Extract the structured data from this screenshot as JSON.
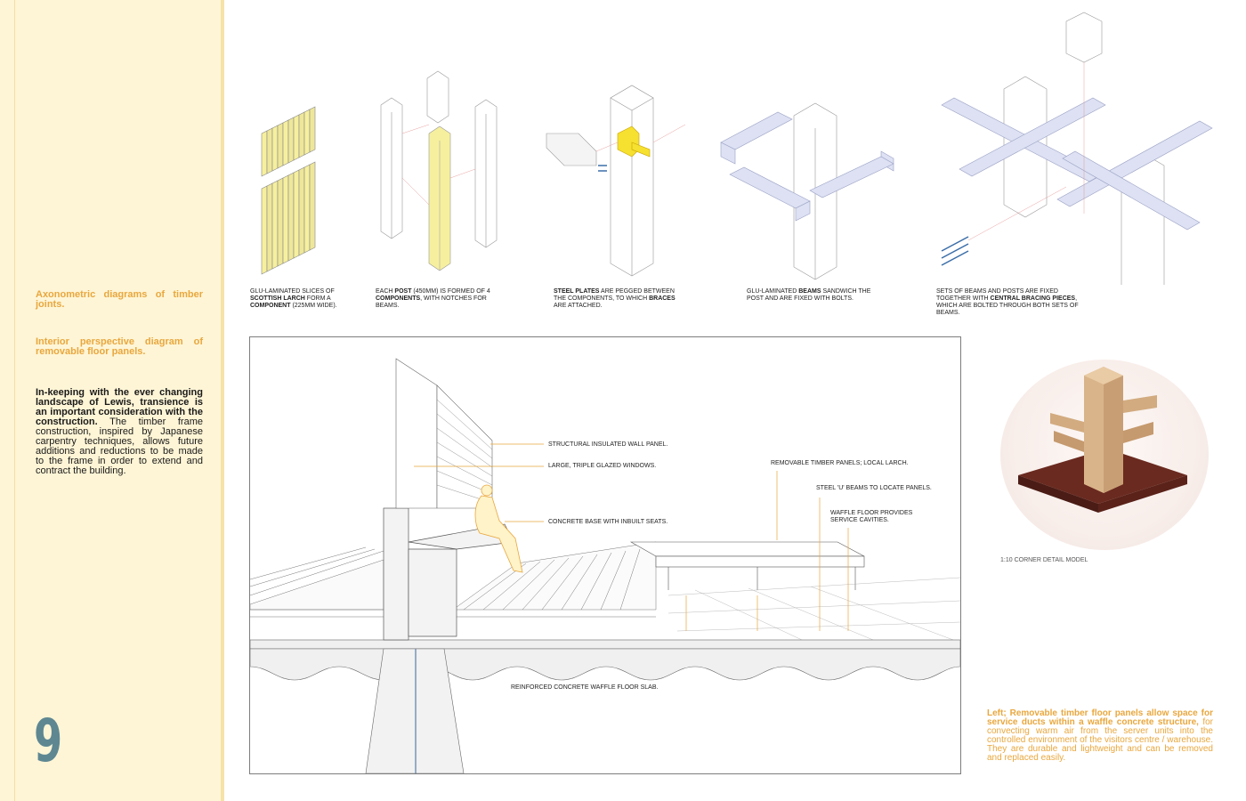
{
  "sidebar": {
    "caption_axo": "Axonometric diagrams of timber joints.",
    "caption_persp": "Interior perspective diagram of removable floor panels.",
    "intro_bold": "In-keeping with the ever changing landscape of Lewis, transience is an important consideration with the construction.",
    "intro_text": " The timber frame construction, inspired by Japanese carpentry techniques, allows future additions and reductions to be made to the frame in order to extend and contract the building.",
    "page_number": "9"
  },
  "axonometric": {
    "captions": [
      {
        "t1": "GLU-LAMINATED SLICES OF ",
        "b1": "SCOTTISH LARCH",
        "t2": " FORM A ",
        "b2": "COMPONENT",
        "t3": " (225MM WIDE)."
      },
      {
        "t1": "EACH ",
        "b1": "POST",
        "t2": " (450MM) IS FORMED OF 4 ",
        "b2": "COMPONENTS",
        "t3": ", WITH NOTCHES FOR BEAMS."
      },
      {
        "t1": "",
        "b1": "STEEL PLATES",
        "t2": " ARE PEGGED BETWEEN THE COMPONENTS, TO WHICH ",
        "b2": "BRACES",
        "t3": " ARE ATTACHED."
      },
      {
        "t1": "GLU-LAMINATED ",
        "b1": "BEAMS",
        "t2": " SANDWICH THE POST AND ARE FIXED WITH BOLTS.",
        "b2": "",
        "t3": ""
      },
      {
        "t1": "SETS OF BEAMS AND POSTS ARE FIXED TOGETHER WITH ",
        "b1": "CENTRAL BRACING PIECES",
        "t2": ", WHICH ARE BOLTED THROUGH BOTH SETS OF BEAMS.",
        "b2": "",
        "t3": ""
      }
    ]
  },
  "perspective": {
    "labels": {
      "wall_panel": "STRUCTURAL INSULATED WALL PANEL.",
      "windows": "LARGE, TRIPLE GLAZED WINDOWS.",
      "concrete_base": "CONCRETE BASE WITH INBUILT SEATS.",
      "timber_panels": "REMOVABLE TIMBER PANELS; LOCAL LARCH.",
      "steel_beams": "STEEL 'U' BEAMS TO LOCATE PANELS.",
      "waffle_floor": "WAFFLE FLOOR PROVIDES SERVICE CAVITIES.",
      "slab": "REINFORCED CONCRETE WAFFLE FLOOR SLAB."
    }
  },
  "model": {
    "caption": "1:10 CORNER DETAIL MODEL"
  },
  "right_text": {
    "bold": "Left; Removable timber floor panels allow space for service ducts within a waffle concrete structure,",
    "text": " for convecting warm air from the server units into the controlled environment of the visitors centre / warehouse. They are durable and lightweight and can be removed and replaced easily."
  },
  "colors": {
    "accent": "#e9a73d",
    "sidebar_bg": "#fef5d6",
    "page_number": "#5e8792",
    "beam_blue": "#dde1f3",
    "larch_yellow": "#f6ef9e"
  }
}
